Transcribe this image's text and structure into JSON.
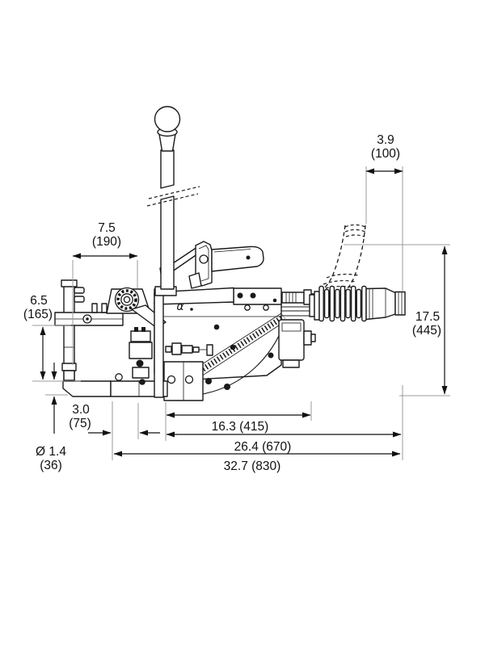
{
  "page": {
    "background": "#ffffff"
  },
  "drawing": {
    "subject": "pneumatic strapping tool - side view dimensional drawing",
    "body_marking": "α",
    "colors": {
      "line": "#1a1a1a",
      "extension_line": "#9b9b9b",
      "background": "#ffffff"
    },
    "dims": {
      "hose_width": {
        "in": "3.9",
        "mm": "(100)"
      },
      "front_length": {
        "in": "7.5",
        "mm": "(190)"
      },
      "front_height": {
        "in": "6.5",
        "mm": "(165)"
      },
      "base_offset": {
        "in": "3.0",
        "mm": "(75)"
      },
      "strap_gap": {
        "in": "Ø 1.4",
        "mm": "(36)"
      },
      "tool_length": {
        "label": "16.3 (415)"
      },
      "length_mid": {
        "label": "26.4 (670)"
      },
      "overall_length": {
        "label": "32.7 (830)"
      },
      "overall_height": {
        "in": "17.5",
        "mm": "(445)"
      }
    }
  }
}
